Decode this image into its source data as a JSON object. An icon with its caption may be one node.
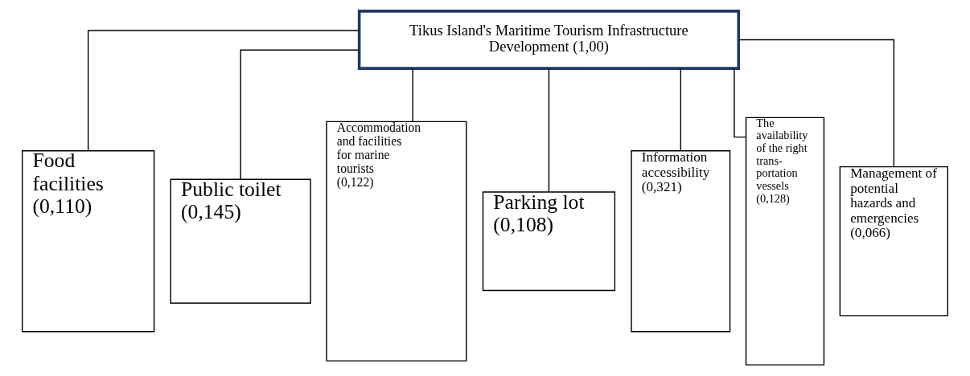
{
  "diagram": {
    "nodes": [
      {
        "text": [
          "Tikus Island's Maritime Tourism Infrastructure Development (1,00)"
        ]
      },
      {
        "text": [
          "Food facilities",
          "(0,110)"
        ]
      },
      {
        "text": [
          "Public toilet",
          "(0,145)"
        ]
      },
      {
        "text": [
          "Accommodation and facilities for marine tourists",
          "(0,122)"
        ]
      },
      {
        "text": [
          "Parking lot",
          "(0,108)"
        ]
      },
      {
        "text": [
          "Information accessibility",
          "(0,321)"
        ]
      },
      {
        "text": [
          "The availability of the right trans- portation vessels",
          "(0,128)"
        ]
      },
      {
        "text": [
          "Management of potential hazards and emergencies",
          "(0,066)"
        ]
      }
    ],
    "edges": [
      {
        "from": 0,
        "to": 1,
        "arrow": "none"
      },
      {
        "from": 0,
        "to": 2,
        "arrow": "none"
      },
      {
        "from": 0,
        "to": 3,
        "arrow": "none"
      },
      {
        "from": 0,
        "to": 4,
        "arrow": "none"
      },
      {
        "from": 0,
        "to": 5,
        "arrow": "none"
      },
      {
        "from": 0,
        "to": 6,
        "arrow": "none"
      },
      {
        "from": 0,
        "to": 7,
        "arrow": "none"
      }
    ]
  }
}
